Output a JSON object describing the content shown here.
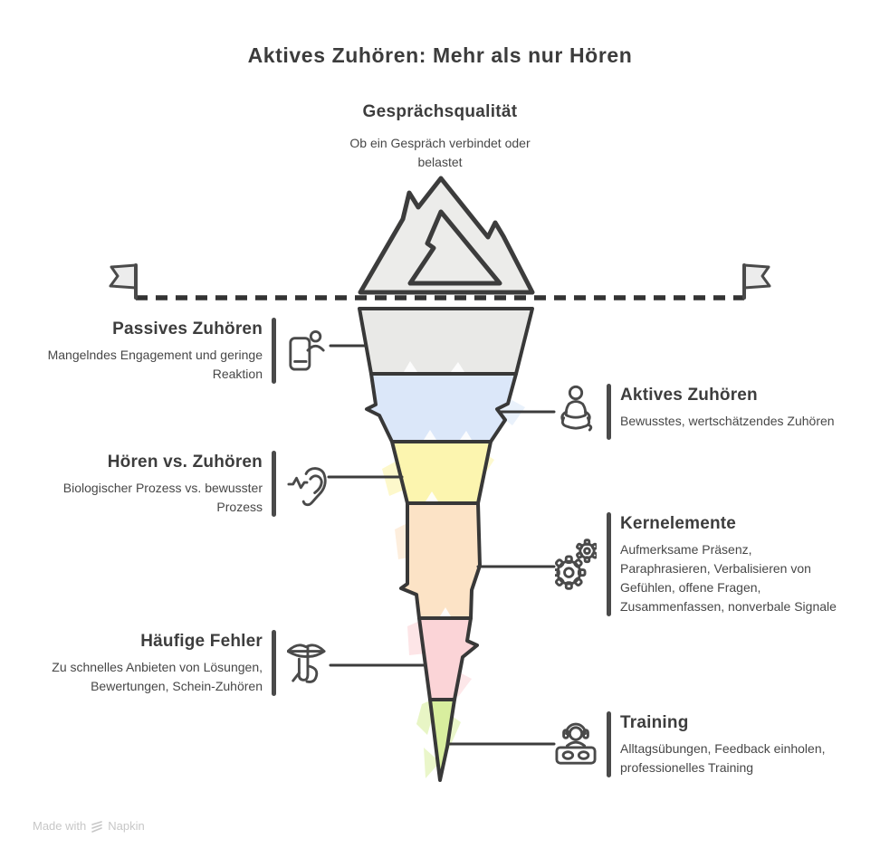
{
  "title": "Aktives Zuhören: Mehr als nur Hören",
  "summit": {
    "heading": "Gesprächsqualität",
    "description": "Ob ein Gespräch verbindet oder belastet"
  },
  "left_items": [
    {
      "heading": "Passives Zuhören",
      "description": "Mangelndes Engagement und geringe Reaktion",
      "icon": "person-with-phone-icon"
    },
    {
      "heading": "Hören vs. Zuhören",
      "description": "Biologischer Prozess vs. bewusster Prozess",
      "icon": "ear-icon"
    },
    {
      "heading": "Häufige Fehler",
      "description": "Zu schnelles Anbieten von Lösungen, Bewertungen, Schein-Zuhören",
      "icon": "shush-finger-lips-icon"
    }
  ],
  "right_items": [
    {
      "heading": "Aktives Zuhören",
      "description": "Bewusstes, wertschätzendes Zuhören",
      "icon": "meditating-person-icon"
    },
    {
      "heading": "Kernelemente",
      "description": "Aufmerksame Präsenz, Paraphrasieren, Verbalisieren von Gefühlen, offene Fragen, Zusammenfassen, nonverbale Signale",
      "icon": "gears-icon"
    },
    {
      "heading": "Training",
      "description": "Alltagsübungen, Feedback einholen, professionelles Training",
      "icon": "trainer-headset-desk-icon"
    }
  ],
  "funnel_layers": [
    {
      "label": "Passives Zuhören",
      "color": "#e9e9e7"
    },
    {
      "label": "Aktives Zuhören",
      "color": "#dbe7f9"
    },
    {
      "label": "Hören vs. Zuhören",
      "color": "#fcf5af"
    },
    {
      "label": "Kernelemente",
      "color": "#fce3c6"
    },
    {
      "label": "Häufige Fehler",
      "color": "#fbd4d7"
    },
    {
      "label": "Training",
      "color": "#d8ee9e"
    }
  ],
  "watermark": {
    "prefix": "Made with",
    "brand": "Napkin"
  }
}
